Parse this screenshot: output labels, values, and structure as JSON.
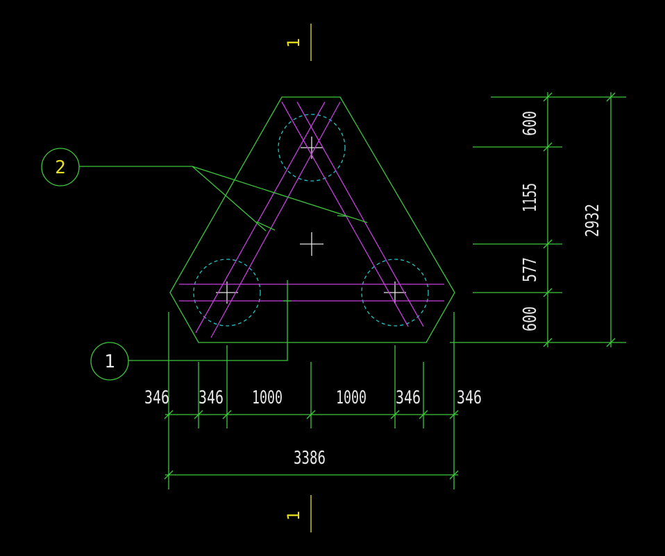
{
  "section_marks": {
    "top": "1",
    "bottom": "1"
  },
  "callouts": [
    {
      "id": "1",
      "label": "1",
      "color": "#e8e8e8"
    },
    {
      "id": "2",
      "label": "2",
      "color": "#e8e020"
    }
  ],
  "horizontal_dimensions": {
    "segments": [
      "346",
      "346",
      "1000",
      "1000",
      "346",
      "346"
    ],
    "total": "3386"
  },
  "vertical_dimensions": {
    "segments": [
      "600",
      "1155",
      "577",
      "600"
    ],
    "total": "2932"
  },
  "colors": {
    "outline": "#3ec83e",
    "rebar": "#c83ee0",
    "pile": "#22c4c4",
    "text": "#e8e8e8",
    "section": "#e8e020"
  }
}
